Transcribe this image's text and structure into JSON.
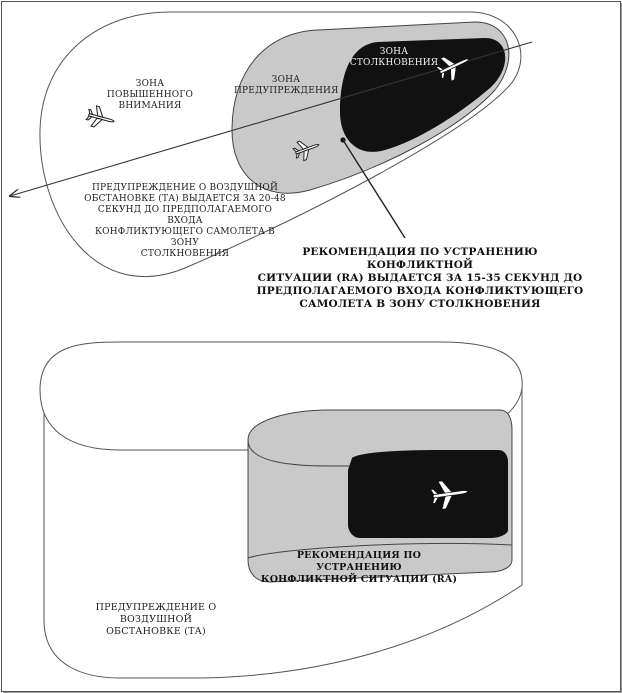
{
  "top_diagram": {
    "caution_zone_label": "ЗОНА ПОВЫШЕННОГО\nВНИМАНИЯ",
    "warning_zone_label": "ЗОНА\nПРЕДУПРЕЖДЕНИЯ",
    "collision_zone_label": "ЗОНА\nСТОЛКНОВЕНИЯ",
    "ta_note": "ПРЕДУПРЕЖДЕНИЕ О ВОЗДУШНОЙ\nОБСТАНОВКЕ (ТА) ВЫДАЕТСЯ ЗА 20-48\nСЕКУНД ДО ПРЕДПОЛАГАЕМОГО ВХОДА\nКОНФЛИКТУЮЩЕГО САМОЛЕТА В ЗОНУ\nСТОЛКНОВЕНИЯ",
    "ra_note": "РЕКОМЕНДАЦИЯ ПО УСТРАНЕНИЮ КОНФЛИКТНОЙ\nСИТУАЦИИ (RA) ВЫДАЕТСЯ ЗА 15-35 СЕКУНД ДО\nПРЕДПОЛАГАЕМОГО ВХОДА КОНФЛИКТУЮЩЕГО\nСАМОЛЕТА В ЗОНУ СТОЛКНОВЕНИЯ"
  },
  "bottom_diagram": {
    "ra_label": "РЕКОМЕНДАЦИЯ ПО УСТРАНЕНИЮ\nКОНФЛИКТНОЙ СИТУАЦИИ (RA)",
    "ta_label": "ПРЕДУПРЕЖДЕНИЕ О ВОЗДУШНОЙ\nОБСТАНОВКЕ (ТА)"
  },
  "icons": [
    "airplane-icon"
  ],
  "colors": {
    "warning_zone": "#c9c9c9",
    "collision_zone": "#111111",
    "outline": "#444444"
  }
}
